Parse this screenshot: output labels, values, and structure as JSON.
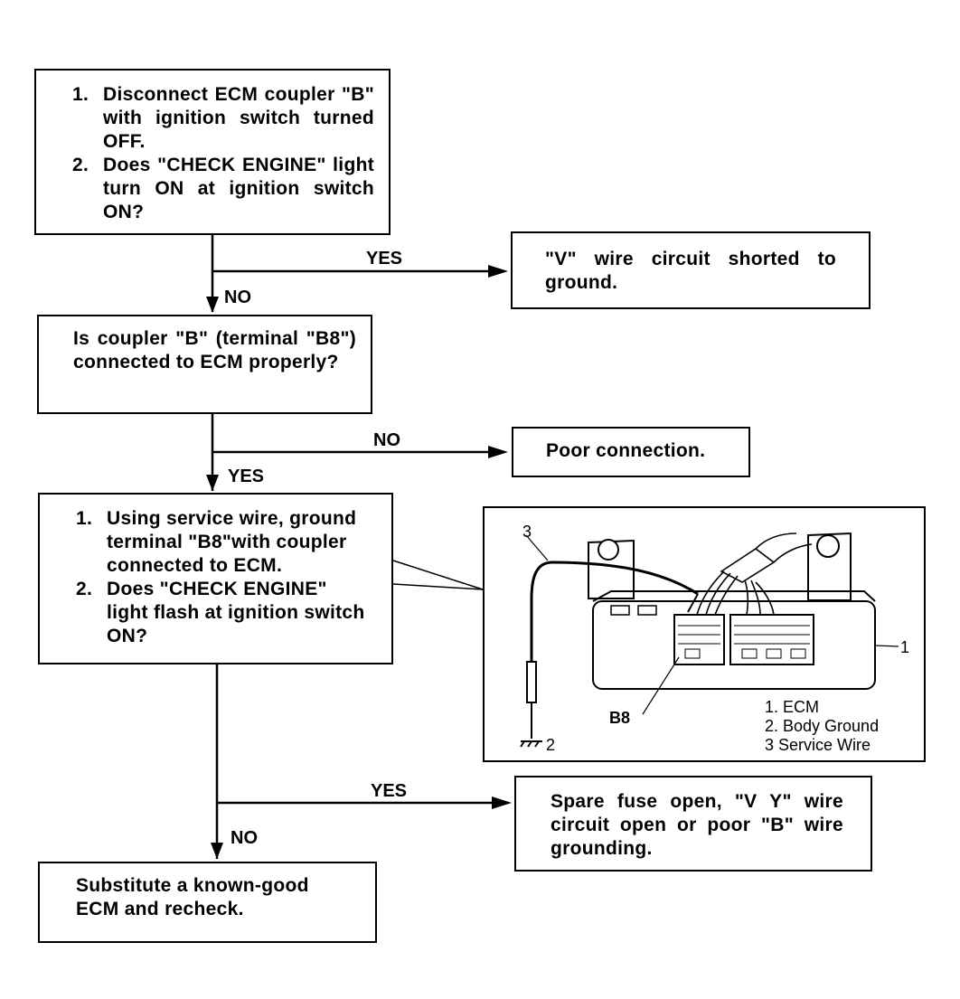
{
  "box1": {
    "steps": [
      {
        "num": "1.",
        "text": "Disconnect ECM coupler \"B\" with ignition switch turned OFF."
      },
      {
        "num": "2.",
        "text": "Does \"CHECK ENGINE\" light turn ON at ignition switch ON?"
      }
    ]
  },
  "yes1": "YES",
  "no1": "NO",
  "result1": "\"V\" wire circuit shorted to ground.",
  "box2": "Is coupler \"B\" (terminal \"B8\") connected to ECM properly?",
  "no2": "NO",
  "yes2": "YES",
  "result2": "Poor connection.",
  "box3": {
    "steps": [
      {
        "num": "1.",
        "text": "Using service wire, ground terminal \"B8\"with coupler connected to ECM."
      },
      {
        "num": "2.",
        "text": "Does \"CHECK ENGINE\" light flash at ignition switch ON?"
      }
    ]
  },
  "illustration": {
    "callout_3": "3",
    "callout_1": "1",
    "callout_2": "2",
    "terminal": "B8",
    "legend": [
      "1. ECM",
      "2. Body Ground",
      "3  Service Wire"
    ]
  },
  "yes3": "YES",
  "no3": "NO",
  "result3": "Spare fuse open, \"V Y\" wire circuit open or poor \"B\" wire grounding.",
  "box4": "Substitute a known-good ECM and recheck."
}
